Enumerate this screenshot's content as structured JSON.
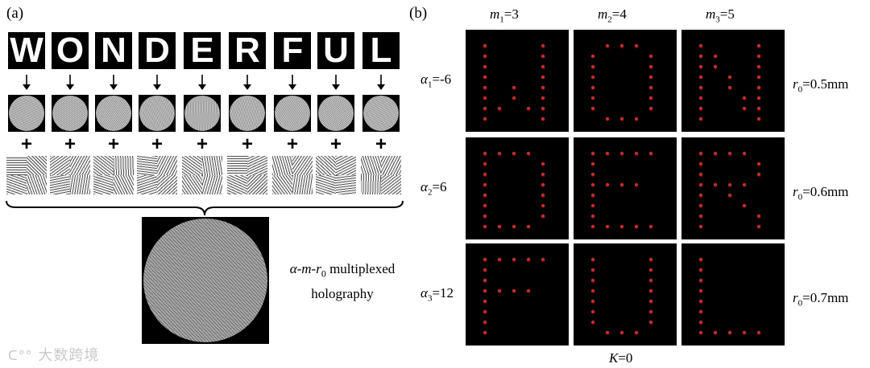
{
  "panel_a": {
    "label": "(a)",
    "letters": [
      "W",
      "O",
      "N",
      "D",
      "E",
      "R",
      "F",
      "U",
      "L"
    ],
    "plus_sign": "+",
    "caption_line1_italic": "α-m-r",
    "caption_line1_sub": "0",
    "caption_line1_rest": " multiplexed",
    "caption_line2": "holography"
  },
  "panel_b": {
    "label": "(b)",
    "columns": [
      {
        "sym": "m",
        "sub": "1",
        "val": "=3"
      },
      {
        "sym": "m",
        "sub": "2",
        "val": "=4"
      },
      {
        "sym": "m",
        "sub": "3",
        "val": "=5"
      }
    ],
    "rows": [
      {
        "sym": "α",
        "sub": "1",
        "val": "=-6"
      },
      {
        "sym": "α",
        "sub": "2",
        "val": "=6"
      },
      {
        "sym": "α",
        "sub": "3",
        "val": "=12"
      }
    ],
    "radii": [
      {
        "sym": "r",
        "sub": "0",
        "val": "=0.5mm"
      },
      {
        "sym": "r",
        "sub": "0",
        "val": "=0.6mm"
      },
      {
        "sym": "r",
        "sub": "0",
        "val": "=0.7mm"
      }
    ],
    "k_label": {
      "sym": "K",
      "val": "=0"
    },
    "cell_letters": [
      [
        "W",
        "O",
        "N"
      ],
      [
        "D",
        "E",
        "R"
      ],
      [
        "F",
        "U",
        "L"
      ]
    ],
    "dot_color": "#e02020"
  },
  "watermark": "大数跨境"
}
